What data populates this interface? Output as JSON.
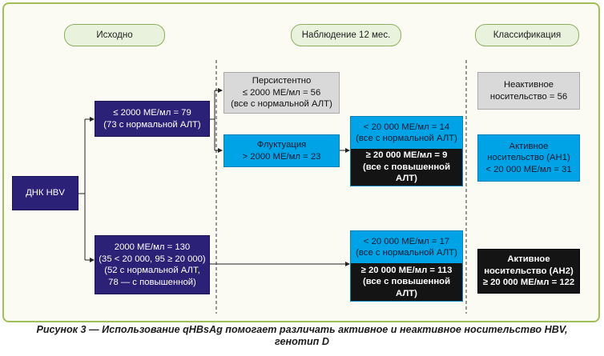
{
  "phases": {
    "baseline": "Исходно",
    "followup": "Наблюдение 12 мес.",
    "classification": "Классификация"
  },
  "root": {
    "label": "ДНК HBV"
  },
  "low_group": {
    "line1": "≤ 2000 МЕ/мл = 79",
    "line2": "(73 с нормальной АЛТ)"
  },
  "high_group": {
    "line1": "2000 МЕ/мл = 130",
    "line2": "(35 < 20 000, 95 ≥ 20 000)",
    "line3": "(52 с нормальной АЛТ,",
    "line4": "78 — с повышенной)"
  },
  "persistent": {
    "line1": "Персистентно",
    "line2": "≤ 2000 МЕ/мл = 56",
    "line3": "(все с нормальной АЛТ)"
  },
  "fluctuation": {
    "line1": "Флуктуация",
    "line2": "> 2000 МЕ/мл = 23"
  },
  "fluct_sub": {
    "normal_1": "< 20 000 МЕ/мл = 14",
    "normal_2": "(все с нормальной АЛТ)",
    "elevated_1": "≥ 20 000 МЕ/мл = 9",
    "elevated_2": "(все с повышенной АЛТ)"
  },
  "high_sub": {
    "normal_1": "< 20 000 МЕ/мл = 17",
    "normal_2": "(все с нормальной АЛТ)",
    "elevated_1": "≥ 20 000 МЕ/мл = 113",
    "elevated_2": "(все с повышенной АЛТ)"
  },
  "class_inactive": {
    "line1": "Неактивное",
    "line2": "носительство = 56"
  },
  "class_ah1": {
    "line1": "Активное",
    "line2": "носительство (АН1)",
    "line3": "< 20 000 МЕ/мл = 31"
  },
  "class_ah2": {
    "line1": "Активное",
    "line2": "носительство (АН2)",
    "line3": "≥ 20 000 МЕ/мл = 122"
  },
  "caption": {
    "line1": "Рисунок 3 — Использование qHBsAg помогает различать активное и неактивное носительство HBV,",
    "line2": "генотип D"
  },
  "colors": {
    "frame_border": "#9fbf57",
    "navy": "#2b2177",
    "blue": "#00a3e6",
    "grey": "#d9d9d9",
    "black": "#141414"
  }
}
